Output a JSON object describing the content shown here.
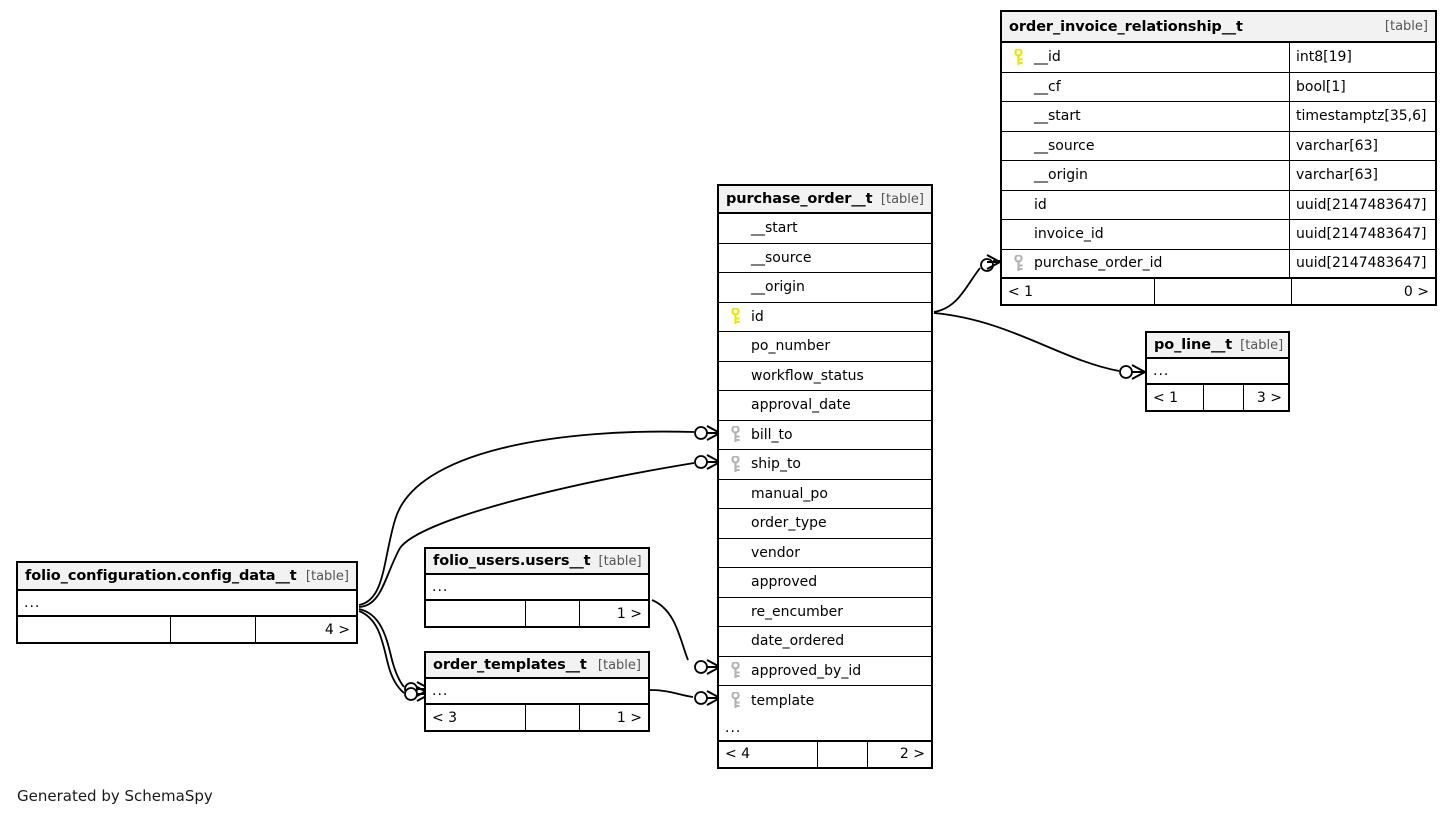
{
  "diagram": {
    "kind_label": "[table]",
    "ellipsis": "...",
    "footer_caption": "Generated by SchemaSpy",
    "colors": {
      "primary_key": "#e8e800",
      "foreign_key": "#b3b3b3",
      "header_background": "#f2f2f2",
      "border": "#000000",
      "page_background": "#ffffff",
      "edge_stroke": "#000000"
    }
  },
  "tables": {
    "order_invoice_relationship": {
      "name": "order_invoice_relationship__t",
      "kind": "[table]",
      "columns": [
        {
          "name": "__id",
          "type": "int8[19]",
          "key": "primary"
        },
        {
          "name": "__cf",
          "type": "bool[1]",
          "key": "none"
        },
        {
          "name": "__start",
          "type": "timestamptz[35,6]",
          "key": "none"
        },
        {
          "name": "__source",
          "type": "varchar[63]",
          "key": "none"
        },
        {
          "name": "__origin",
          "type": "varchar[63]",
          "key": "none"
        },
        {
          "name": "id",
          "type": "uuid[2147483647]",
          "key": "none"
        },
        {
          "name": "invoice_id",
          "type": "uuid[2147483647]",
          "key": "none"
        },
        {
          "name": "purchase_order_id",
          "type": "uuid[2147483647]",
          "key": "foreign"
        }
      ],
      "footer": {
        "left": "< 1",
        "middle": "",
        "right": "0 >"
      }
    },
    "purchase_order": {
      "name": "purchase_order__t",
      "kind": "[table]",
      "columns": [
        {
          "name": "__start",
          "key": "none"
        },
        {
          "name": "__source",
          "key": "none"
        },
        {
          "name": "__origin",
          "key": "none"
        },
        {
          "name": "id",
          "key": "primary"
        },
        {
          "name": "po_number",
          "key": "none"
        },
        {
          "name": "workflow_status",
          "key": "none"
        },
        {
          "name": "approval_date",
          "key": "none"
        },
        {
          "name": "bill_to",
          "key": "foreign"
        },
        {
          "name": "ship_to",
          "key": "foreign"
        },
        {
          "name": "manual_po",
          "key": "none"
        },
        {
          "name": "order_type",
          "key": "none"
        },
        {
          "name": "vendor",
          "key": "none"
        },
        {
          "name": "approved",
          "key": "none"
        },
        {
          "name": "re_encumber",
          "key": "none"
        },
        {
          "name": "date_ordered",
          "key": "none"
        },
        {
          "name": "approved_by_id",
          "key": "foreign"
        },
        {
          "name": "template",
          "key": "foreign"
        }
      ],
      "has_ellipsis_row": true,
      "footer": {
        "left": "< 4",
        "middle": "",
        "right": "2 >"
      }
    },
    "po_line": {
      "name": "po_line__t",
      "kind": "[table]",
      "has_ellipsis_row": true,
      "footer": {
        "left": "< 1",
        "middle": "",
        "right": "3 >"
      }
    },
    "config_data": {
      "name": "folio_configuration.config_data__t",
      "kind": "[table]",
      "has_ellipsis_row": true,
      "footer": {
        "left": "",
        "middle": "",
        "right": "4 >"
      }
    },
    "users": {
      "name": "folio_users.users__t",
      "kind": "[table]",
      "has_ellipsis_row": true,
      "footer": {
        "left": "",
        "middle": "",
        "right": "1 >"
      }
    },
    "order_templates": {
      "name": "order_templates__t",
      "kind": "[table]",
      "has_ellipsis_row": true,
      "footer": {
        "left": "< 3",
        "middle": "",
        "right": "1 >"
      }
    }
  },
  "relationships": [
    {
      "from": "purchase_order.id",
      "to": "order_invoice_relationship.purchase_order_id"
    },
    {
      "from": "purchase_order.id",
      "to": "po_line"
    },
    {
      "from": "config_data",
      "to": "purchase_order.bill_to"
    },
    {
      "from": "config_data",
      "to": "purchase_order.ship_to"
    },
    {
      "from": "config_data",
      "to": "order_templates"
    },
    {
      "from": "config_data",
      "to": "order_templates"
    },
    {
      "from": "users",
      "to": "purchase_order.approved_by_id"
    },
    {
      "from": "order_templates",
      "to": "purchase_order.template"
    }
  ]
}
